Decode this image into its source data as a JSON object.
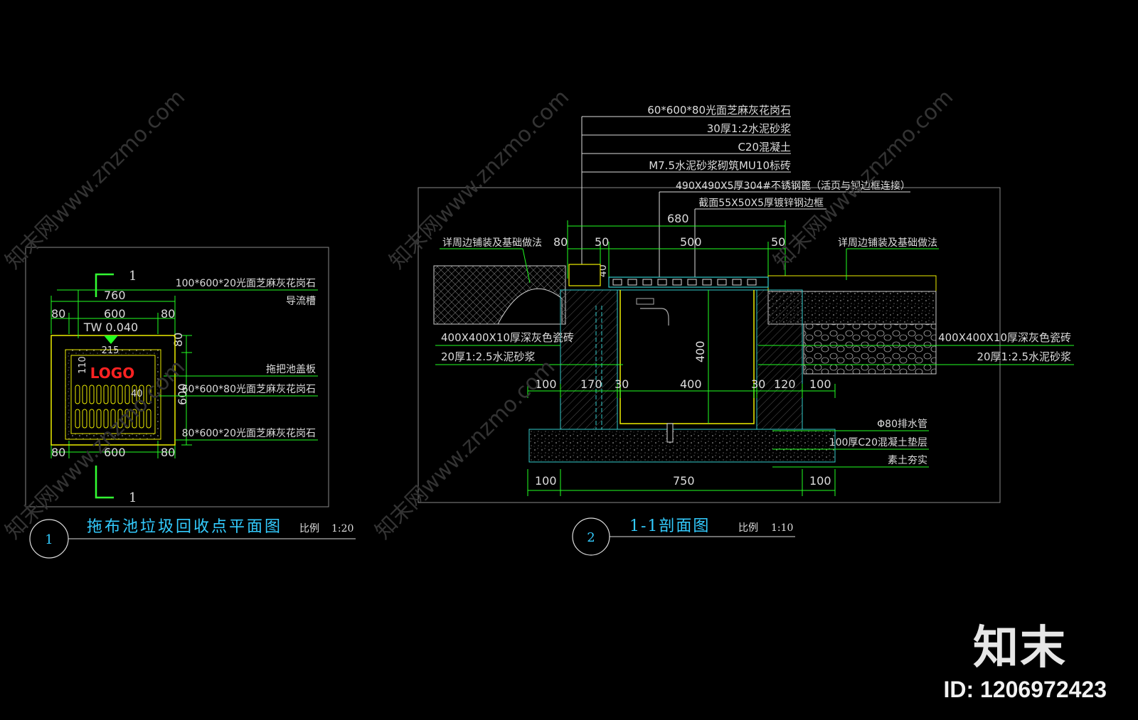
{
  "watermark": {
    "brand": "知末",
    "id": "ID: 1206972423",
    "site": "知末网www.znzmo.com"
  },
  "plan": {
    "section_mark": "1",
    "title_number": "1",
    "title": "拖布池垃圾回收点平面图",
    "scale_label": "比例",
    "scale_value": "1:20",
    "logo": "LOGO",
    "level": "TW 0.040",
    "inner_dim": "215",
    "inner_dim_side": "110",
    "inner_dim_right": "40",
    "dims_top_total": "760",
    "dims_top": [
      "80",
      "600",
      "80"
    ],
    "dims_bottom": [
      "80",
      "600",
      "80"
    ],
    "dims_right": [
      "80",
      "600"
    ],
    "labels": [
      "100*600*20光面芝麻灰花岗石",
      "导流槽",
      "拖把池盖板",
      "60*600*80光面芝麻灰花岗石",
      "80*600*20光面芝麻灰花岗石"
    ]
  },
  "section": {
    "title_number": "2",
    "title": "1-1剖面图",
    "scale_label": "比例",
    "scale_value": "1:10",
    "top_labels": [
      "60*600*80光面芝麻灰花岗石",
      "30厚1:2水泥砂浆",
      "C20混凝土",
      "M7.5水泥砂浆砌筑MU10标砖",
      "490X490X5厚304#不锈钢篦（活页与钢边框连接）",
      "截面55X50X5厚镀锌钢边框"
    ],
    "side_label_left": "详周边铺装及基础做法",
    "side_label_right": "详周边铺装及基础做法",
    "left_labels": [
      "400X400X10厚深灰色瓷砖",
      "20厚1:2.5水泥砂浆"
    ],
    "right_labels": [
      "400X400X10厚深灰色瓷砖",
      "20厚1:2.5水泥砂浆"
    ],
    "bottom_labels": [
      "Φ80排水管",
      "100厚C20混凝土垫层",
      "素土夯实"
    ],
    "dim_top_total": "680",
    "dims_top": [
      "80",
      "50",
      "500",
      "50"
    ],
    "dim_40": "40",
    "dim_400_v": "400",
    "dims_mid": [
      "100",
      "170",
      "30",
      "400",
      "30",
      "120",
      "100"
    ],
    "dims_bottom": [
      "100",
      "750",
      "100"
    ]
  }
}
